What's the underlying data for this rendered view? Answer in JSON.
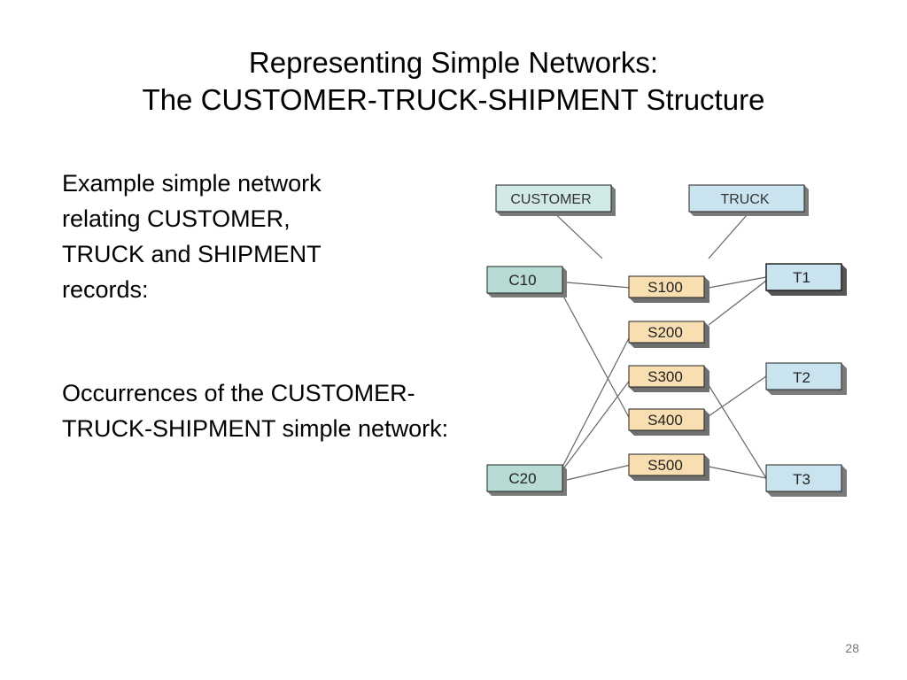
{
  "slide": {
    "title_line1": "Representing Simple Networks:",
    "title_line2": "The CUSTOMER-TRUCK-SHIPMENT Structure",
    "para1": "Example simple network relating CUSTOMER, TRUCK and SHIPMENT records:",
    "para2": "Occurrences of the CUSTOMER-TRUCK-SHIPMENT simple network:",
    "page_number": "28"
  },
  "diagram": {
    "schema": {
      "customer": "CUSTOMER",
      "truck": "TRUCK"
    },
    "nodes": {
      "c10": "C10",
      "c20": "C20",
      "s100": "S100",
      "s200": "S200",
      "s300": "S300",
      "s400": "S400",
      "s500": "S500",
      "t1": "T1",
      "t2": "T2",
      "t3": "T3"
    },
    "links": [
      [
        "C10",
        "S100"
      ],
      [
        "C10",
        "S400"
      ],
      [
        "C20",
        "S200"
      ],
      [
        "C20",
        "S300"
      ],
      [
        "C20",
        "S500"
      ],
      [
        "S100",
        "T1"
      ],
      [
        "S200",
        "T1"
      ],
      [
        "S300",
        "T3"
      ],
      [
        "S400",
        "T2"
      ],
      [
        "S500",
        "T3"
      ]
    ],
    "colors": {
      "schema_fill": "#d2eae6",
      "customer_fill": "#b8dcd5",
      "shipment_fill": "#f8deb0",
      "truck_fill": "#c9e4ee",
      "box_border": "#222222",
      "box_shadow": "#7a7a7a",
      "line": "#666666"
    }
  }
}
